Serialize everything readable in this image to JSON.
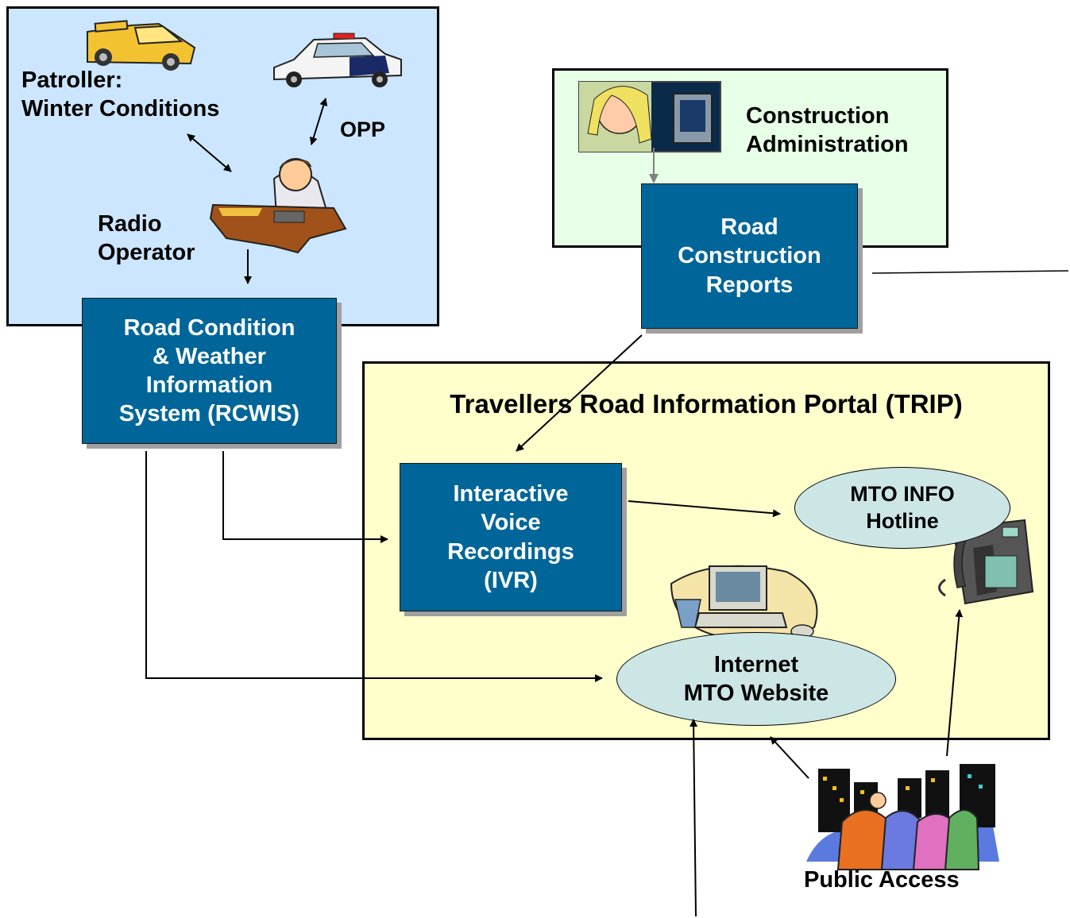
{
  "panels": {
    "radio_panel": {
      "fill": "#cce6ff"
    },
    "construction_panel": {
      "fill": "#e6ffe6"
    },
    "trip_panel": {
      "fill": "#ffffcc",
      "title": "Travellers Road Information Portal (TRIP)"
    }
  },
  "labels": {
    "patroller": "Patroller:\nWinter Conditions",
    "opp": "OPP",
    "radio_operator": "Radio\nOperator",
    "construction_admin": "Construction\nAdministration",
    "public_access": "Public Access"
  },
  "boxes": {
    "rcwis": "Road Condition\n& Weather\nInformation\nSystem (RCWIS)",
    "road_construction": "Road\nConstruction\nReports",
    "ivr": "Interactive\nVoice\nRecordings\n(IVR)"
  },
  "ellipses": {
    "hotline": "MTO INFO\nHotline",
    "website": "Internet\nMTO Website"
  },
  "icons": [
    "truck-icon",
    "police-car-icon",
    "radio-operator-icon",
    "admin-woman-computer-icon",
    "computer-icon",
    "telephone-icon",
    "public-people-city-icon"
  ],
  "colors": {
    "box_fill": "#006699",
    "ellipse_fill": "#cce6e6"
  }
}
